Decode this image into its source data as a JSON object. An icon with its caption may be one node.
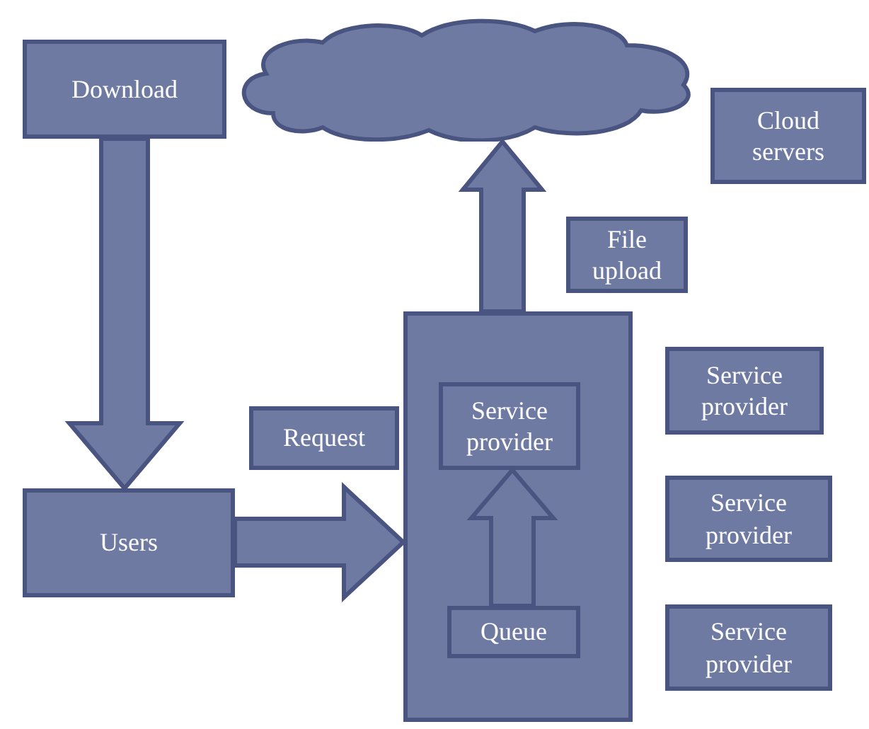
{
  "diagram": {
    "nodes": [
      {
        "text": [
          "Download"
        ]
      },
      {
        "text": [],
        "shape": "cloud"
      },
      {
        "text": [
          "Cloud servers"
        ]
      },
      {
        "text": [
          "File upload"
        ]
      },
      {
        "text": [],
        "shape": "box"
      },
      {
        "text": [
          "Service provider"
        ],
        "in": 4
      },
      {
        "text": [
          "Queue"
        ],
        "in": 4
      },
      {
        "text": [
          "Service provider"
        ]
      },
      {
        "text": [
          "Service provider"
        ]
      },
      {
        "text": [
          "Service provider"
        ]
      },
      {
        "text": [
          "Request"
        ]
      },
      {
        "text": [
          "Users"
        ]
      }
    ],
    "edges": [
      {
        "from": 0,
        "to": 11,
        "arrow": "to"
      },
      {
        "from": 11,
        "to": 4,
        "arrow": "to"
      },
      {
        "from": 4,
        "to": 1,
        "arrow": "to"
      },
      {
        "from": 6,
        "to": 5,
        "arrow": "to"
      }
    ]
  }
}
